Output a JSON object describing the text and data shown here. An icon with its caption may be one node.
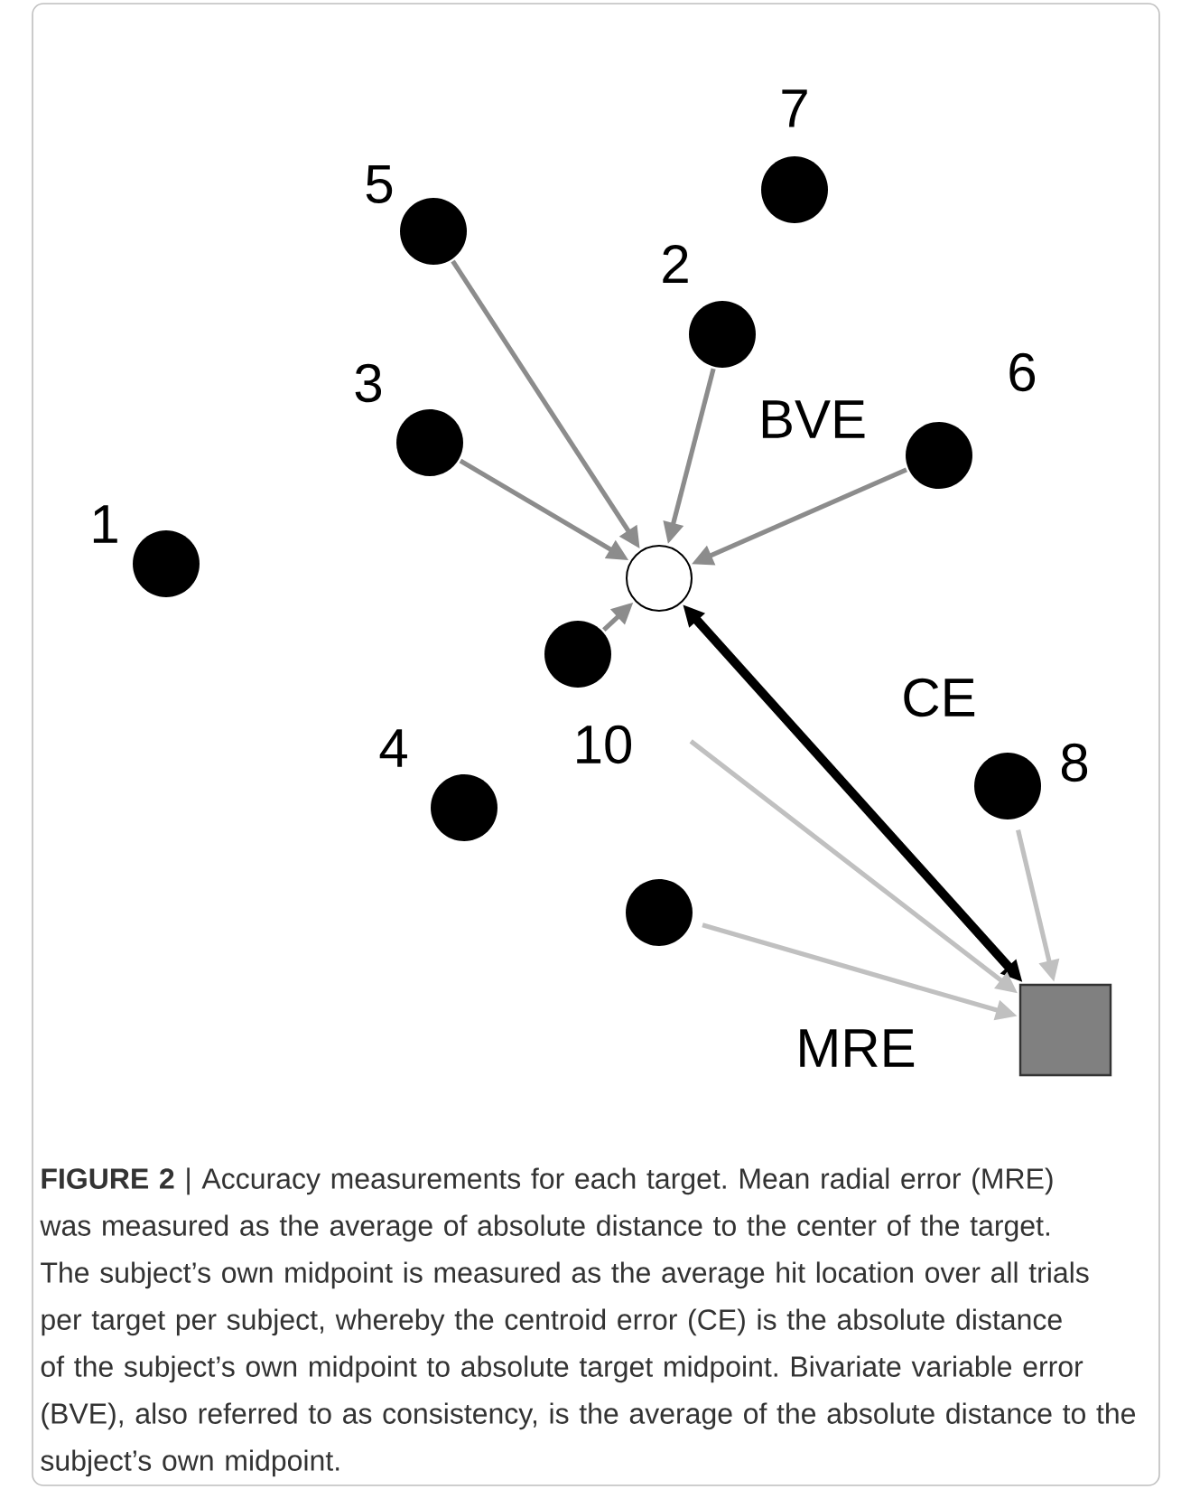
{
  "diagram": {
    "caption": "**FIGURE 2** | Accuracy measurements for each target. Mean radial error (MRE) was measured as the average of absolute distance to the center of the target. The subject’s own midpoint is measured as the average hit location over all trials per target per subject, whereby the centroid error (CE) is the absolute distance of the subject’s own midpoint to absolute target midpoint. Bivariate variable error (BVE), also referred to as consistency, is the average of the absolute distance to the subject’s own midpoint.",
    "nodes": [
      {
        "text": [],
        "shape": "circle",
        "beside": [
          "1"
        ]
      },
      {
        "text": [],
        "shape": "circle",
        "beside": [
          "5"
        ]
      },
      {
        "text": [],
        "shape": "circle",
        "beside": [
          "7"
        ]
      },
      {
        "text": [],
        "shape": "circle",
        "beside": [
          "2"
        ]
      },
      {
        "text": [],
        "shape": "circle",
        "beside": [
          "3"
        ]
      },
      {
        "text": [],
        "shape": "circle",
        "beside": [
          "6"
        ]
      },
      {
        "text": [],
        "shape": "ring"
      },
      {
        "text": [],
        "shape": "circle",
        "beside": [
          "10"
        ]
      },
      {
        "text": [],
        "shape": "circle",
        "beside": [
          "4"
        ]
      },
      {
        "text": [],
        "shape": "circle",
        "beside": [
          "8"
        ]
      },
      {
        "text": [],
        "shape": "circle"
      },
      {
        "text": [],
        "shape": "box"
      }
    ],
    "edges": [
      {
        "from": 1,
        "to": 6,
        "arrow": "to"
      },
      {
        "from": 3,
        "to": 6,
        "arrow": "to"
      },
      {
        "from": 4,
        "to": 6,
        "arrow": "to"
      },
      {
        "from": 5,
        "to": 6,
        "arrow": "to"
      },
      {
        "from": 7,
        "to": 6,
        "arrow": "to"
      },
      {
        "from": 6,
        "to": 11,
        "arrow": "both",
        "style": "thick",
        "color": "#000000",
        "label": "CE"
      },
      {
        "from": 7,
        "to": 11,
        "arrow": "to",
        "color": "#c0c0c0"
      },
      {
        "from": 10,
        "to": 11,
        "arrow": "to",
        "color": "#c0c0c0"
      },
      {
        "from": 9,
        "to": 11,
        "arrow": "to",
        "color": "#c0c0c0"
      }
    ],
    "labels": [
      "BVE",
      "MRE"
    ]
  }
}
